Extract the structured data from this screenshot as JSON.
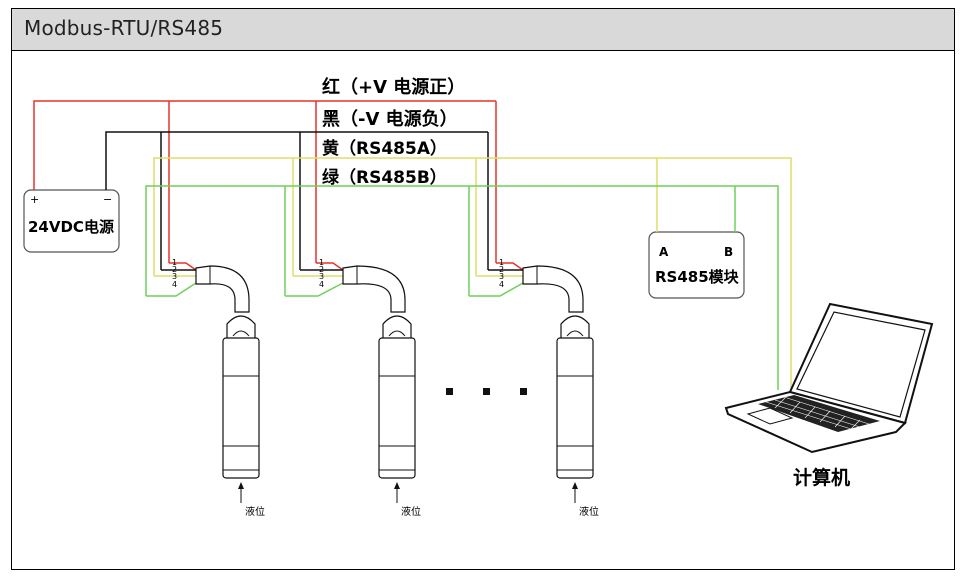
{
  "header": {
    "title": "Modbus-RTU/RS485"
  },
  "legend": {
    "red": "红（+V 电源正）",
    "black": "黑（-V 电源负）",
    "yellow": "黄（RS485A）",
    "green": "绿（RS485B）"
  },
  "power_supply": {
    "label": "24VDC电源",
    "plus": "+",
    "minus": "−"
  },
  "rs485_module": {
    "label": "RS485模块",
    "a": "A",
    "b": "B"
  },
  "computer": {
    "label": "计算机"
  },
  "sensor": {
    "level_label": "液位",
    "pins": [
      "1",
      "2",
      "3",
      "4"
    ]
  },
  "ellipsis": "· · ·",
  "colors": {
    "red": "#e8322c",
    "black": "#111111",
    "yellow": "#dede6a",
    "green": "#6fcf5a"
  }
}
